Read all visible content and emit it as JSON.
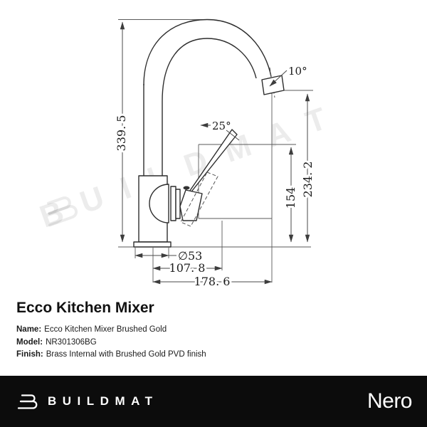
{
  "drawing": {
    "watermark_text": "B U I L D M A T",
    "dims": {
      "total_height": "339. 5",
      "spout_angle": "10°",
      "handle_angle": "25°",
      "outlet_height": "234. 2",
      "handle_height": "154",
      "base_diameter": "∅53",
      "handle_reach": "107. 8",
      "spout_reach": "178. 6"
    }
  },
  "product": {
    "title": "Ecco Kitchen Mixer",
    "specs": [
      {
        "label": "Name:",
        "value": "Ecco Kitchen Mixer Brushed Gold"
      },
      {
        "label": "Model:",
        "value": "NR301306BG"
      },
      {
        "label": "Finish:",
        "value": "Brass Internal with Brushed Gold PVD finish"
      }
    ]
  },
  "footer": {
    "brand": "BUILDMAT",
    "partner": "Nero"
  },
  "colors": {
    "footer_bg": "#0c0c0c",
    "object_line": "#2d2d2d",
    "dimension_line": "#5a5a5a"
  }
}
